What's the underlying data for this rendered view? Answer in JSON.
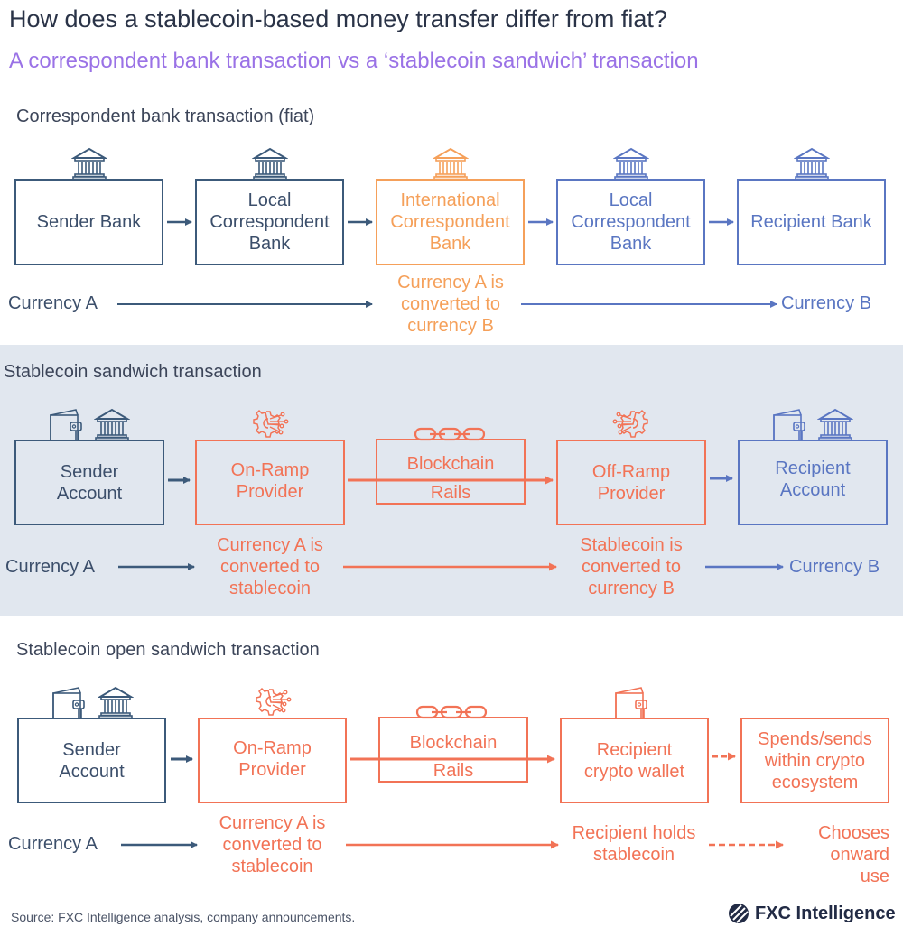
{
  "header": {
    "title": "How does a stablecoin-based money transfer differ from fiat?",
    "subtitle": "A correspondent bank transaction vs a ‘stablecoin sandwich’ transaction"
  },
  "colors": {
    "navy": "#3c5a7a",
    "orange": "#f5a05a",
    "blue": "#5a76c2",
    "coral": "#f27356",
    "band_background": "#e1e7ef",
    "subtitle_purple": "#9a72e6"
  },
  "sections": [
    {
      "title": "Correspondent bank transaction (fiat)",
      "nodes": [
        {
          "label": "Sender Bank",
          "icon": "bank-icon",
          "color": "navy"
        },
        {
          "label": "Local\nCorrespondent\nBank",
          "icon": "bank-icon",
          "color": "navy"
        },
        {
          "label": "International\nCorrespondent\nBank",
          "icon": "bank-icon",
          "color": "orange"
        },
        {
          "label": "Local\nCorrespondent\nBank",
          "icon": "bank-icon",
          "color": "blue"
        },
        {
          "label": "Recipient Bank",
          "icon": "bank-icon",
          "color": "blue"
        }
      ],
      "flow": {
        "start": "Currency A",
        "middle": "Currency A is\nconverted to\ncurrency B",
        "end": "Currency B"
      }
    },
    {
      "title": "Stablecoin sandwich transaction",
      "nodes": [
        {
          "label": "Sender\nAccount",
          "icon": "wallet-bank-icon",
          "color": "navy"
        },
        {
          "label": "On-Ramp\nProvider",
          "icon": "gear-circuit-icon",
          "color": "coral"
        },
        {
          "label": "Blockchain",
          "label2": "Rails",
          "icon": "chain-link-icon",
          "color": "coral"
        },
        {
          "label": "Off-Ramp\nProvider",
          "icon": "gear-circuit-icon",
          "color": "coral"
        },
        {
          "label": "Recipient\nAccount",
          "icon": "wallet-bank-icon",
          "color": "blue"
        }
      ],
      "flow": {
        "start": "Currency A",
        "step1": "Currency A is\nconverted to\nstablecoin",
        "step2": "Stablecoin is\nconverted to\ncurrency B",
        "end": "Currency B"
      }
    },
    {
      "title": "Stablecoin open sandwich transaction",
      "nodes": [
        {
          "label": "Sender\nAccount",
          "icon": "wallet-bank-icon",
          "color": "navy"
        },
        {
          "label": "On-Ramp\nProvider",
          "icon": "gear-circuit-icon",
          "color": "coral"
        },
        {
          "label": "Blockchain",
          "label2": "Rails",
          "icon": "chain-link-icon",
          "color": "coral"
        },
        {
          "label": "Recipient\ncrypto wallet",
          "icon": "wallet-icon",
          "color": "coral"
        },
        {
          "label": "Spends/sends\nwithin crypto\necosystem",
          "icon": "",
          "color": "coral"
        }
      ],
      "flow": {
        "start": "Currency A",
        "step1": "Currency A is\nconverted to\nstablecoin",
        "step2": "Recipient holds\nstablecoin",
        "end": "Chooses\nonward\nuse"
      }
    }
  ],
  "footer": {
    "source": "Source: FXC Intelligence analysis, company announcements.",
    "brand": "FXC Intelligence"
  }
}
